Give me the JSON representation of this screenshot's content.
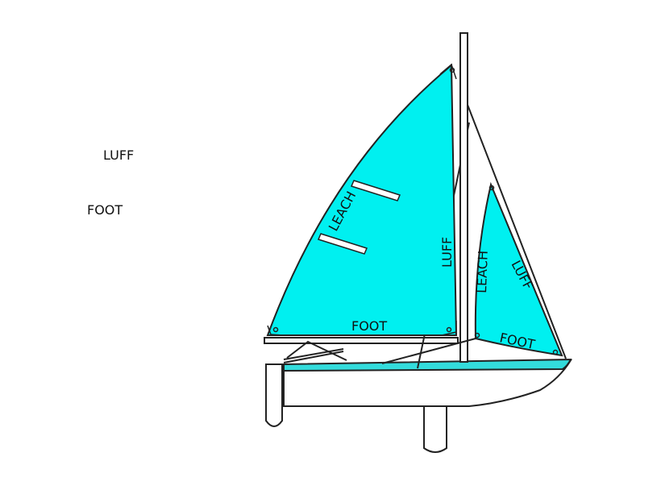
{
  "labels": {
    "stray_luff": "LUFF",
    "stray_foot": "FOOT",
    "main_leach": "LEACH",
    "main_luff": "LUFF",
    "main_foot": "FOOT",
    "jib_leach": "LEACH",
    "jib_luff": "LUFF",
    "jib_foot": "FOOT"
  },
  "colors": {
    "sail": "#00f0f0",
    "hull": "#ffffff",
    "hull_stripe": "#33dcdc",
    "line": "#222222"
  }
}
